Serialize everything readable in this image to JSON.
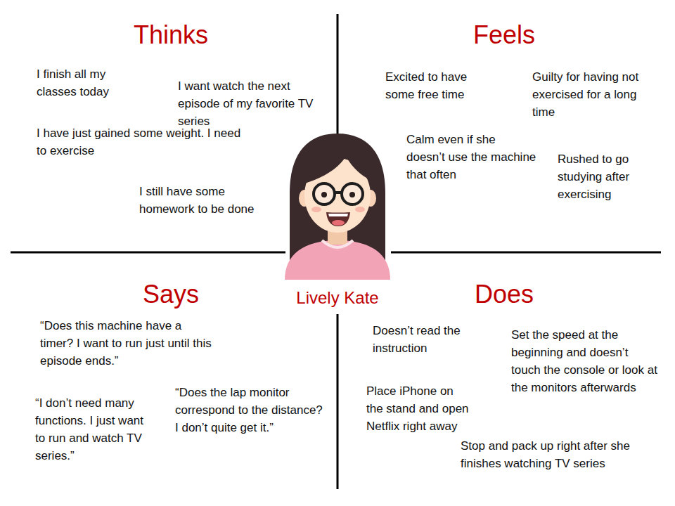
{
  "diagram": {
    "labels": [
      "Thinks",
      "I finish all my classes today",
      "I want watch the next episode of my favorite TV series",
      "I have just gained some weight. I need to exercise",
      "I still have some homework to be done",
      "Feels",
      "Excited to have some free time",
      "Guilty for having not exercised for a long time",
      "Calm even if she doesn’t use the machine that often",
      "Rushed to go studying after exercising",
      "Says",
      "“Does this machine have a timer? I want to run just until this episode ends.”",
      "“I don’t need many functions. I just want to run and watch TV series.”",
      "“Does the lap monitor correspond to the distance? I don’t quite get it.”",
      "Lively Kate",
      "Does",
      "Doesn’t read the instruction",
      "Set the speed at the beginning and doesn’t touch the console or look at the monitors afterwards",
      "Place iPhone on the stand and open Netflix right away",
      "Stop and pack up right after she finishes watching TV series"
    ]
  }
}
